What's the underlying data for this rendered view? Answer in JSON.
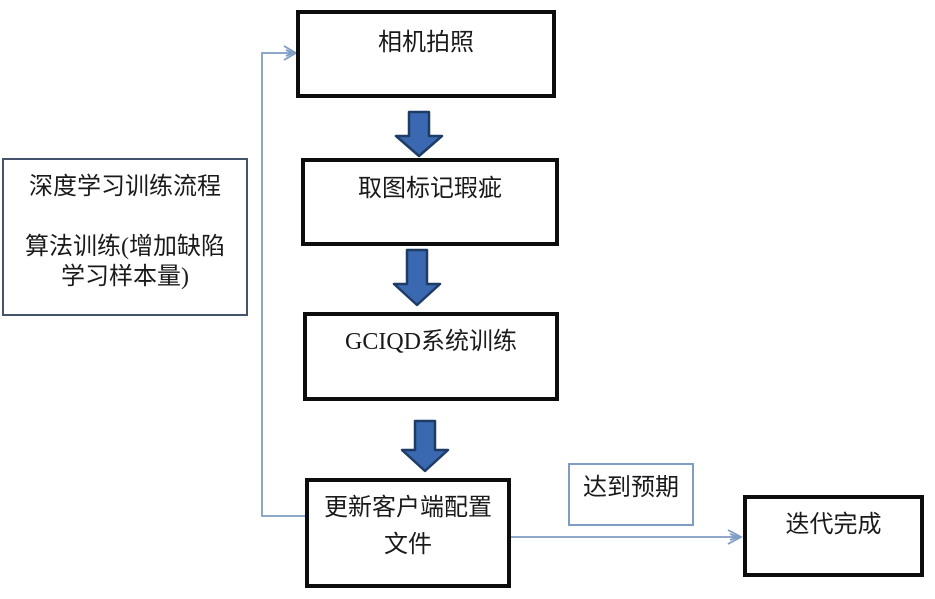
{
  "diagram": {
    "background": "#ffffff",
    "colors": {
      "process_border": "#0d0d0d",
      "note_border": "#44546a",
      "condition_border": "#7f9cc3",
      "arrow_fill": "#3a69b1",
      "arrow_stroke": "#1f3c66",
      "connector": "#7f9cc3",
      "text": "#1a1a1a"
    },
    "nodes": {
      "camera": {
        "label": "相机拍照"
      },
      "mark_defects": {
        "label": "取图标记瑕疵"
      },
      "gciqd_training": {
        "label": "GCIQD系统训练"
      },
      "update_client": {
        "label_line1": "更新客户端配置",
        "label_line2": "文件"
      },
      "left_note": {
        "line1": "深度学习训练流程",
        "line2": "算法训练(增加缺陷",
        "line3": "学习样本量)"
      },
      "condition": {
        "label": "达到预期"
      },
      "iteration_done": {
        "label": "迭代完成"
      }
    }
  }
}
